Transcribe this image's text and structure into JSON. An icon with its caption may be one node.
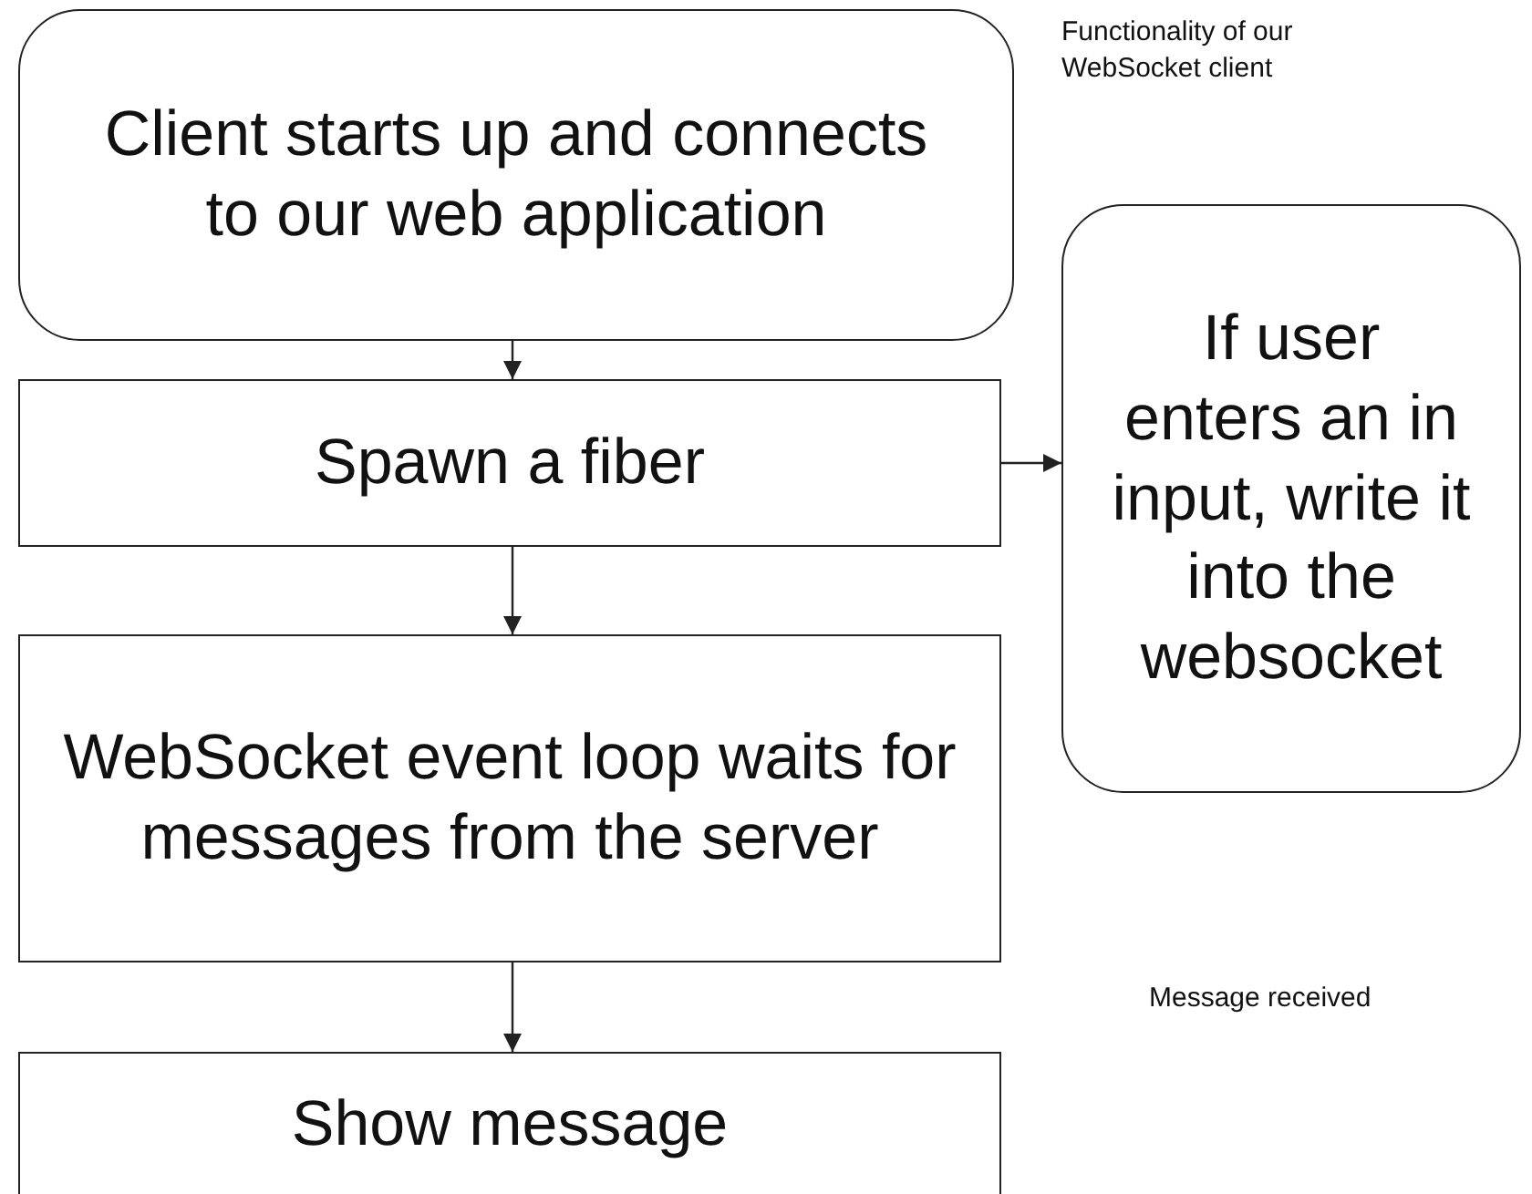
{
  "diagram": {
    "nodes": [
      {
        "text": [
          "Client starts up and connects to our web application"
        ]
      },
      {
        "text": [
          "Spawn a fiber"
        ]
      },
      {
        "text": [
          "WebSocket event loop waits for messages from the server"
        ]
      },
      {
        "text": [
          "Show message"
        ]
      },
      {
        "text": [
          "If user enters an in input, write it into the websocket"
        ]
      }
    ],
    "edges": [
      {
        "from": 0,
        "to": 1,
        "arrow": "to"
      },
      {
        "from": 1,
        "to": 2,
        "arrow": "to"
      },
      {
        "from": 2,
        "to": 3,
        "arrow": "to"
      },
      {
        "from": 1,
        "to": 4,
        "arrow": "to"
      }
    ],
    "labels": [
      "Functionality of our WebSocket client",
      "Message received"
    ]
  }
}
